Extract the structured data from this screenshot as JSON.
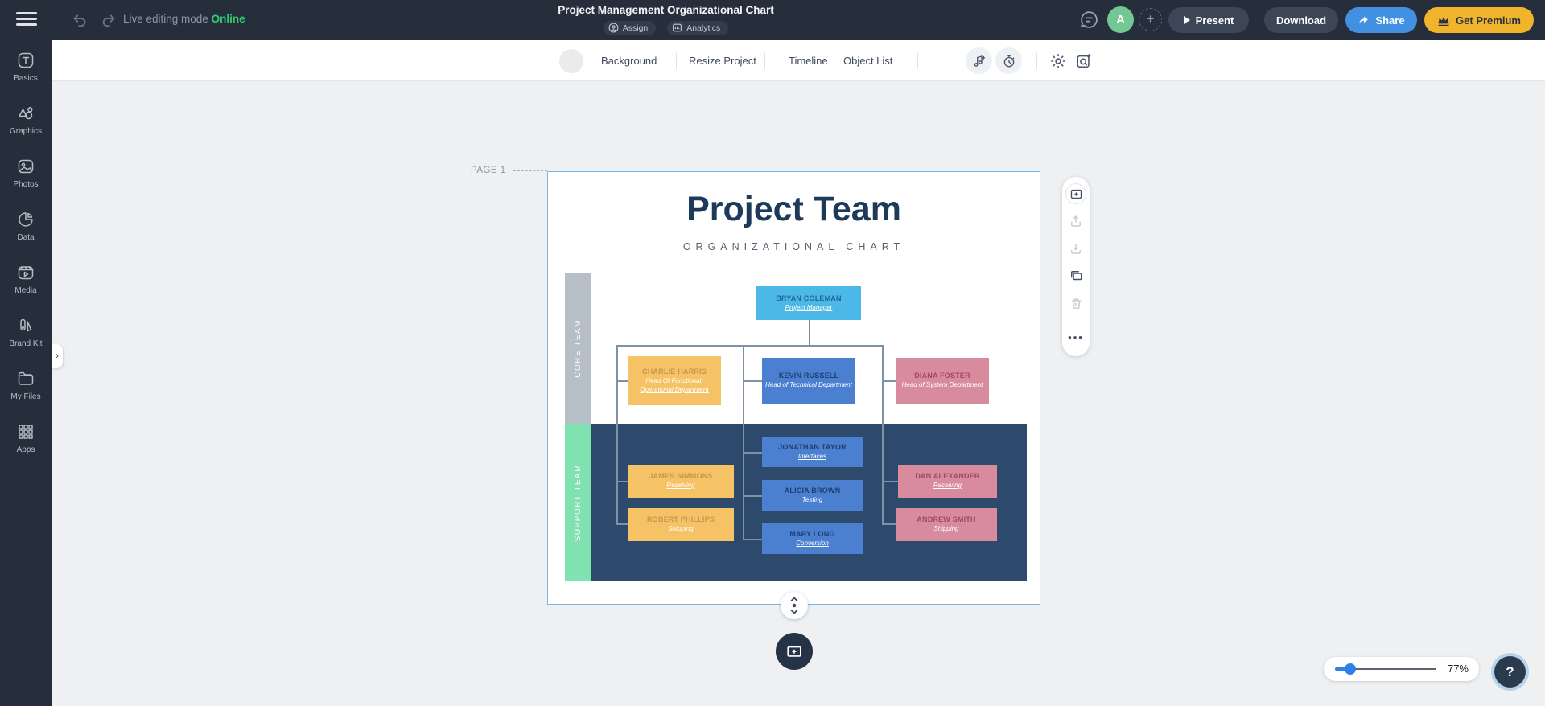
{
  "topbar": {
    "live_editing_label": "Live editing mode",
    "live_editing_status": "Online",
    "title": "Project Management Organizational Chart",
    "assign_label": "Assign",
    "analytics_label": "Analytics",
    "avatar_letter": "A",
    "present_label": "Present",
    "download_label": "Download",
    "share_label": "Share",
    "premium_label": "Get Premium"
  },
  "sidebar": {
    "items": [
      {
        "label": "Basics"
      },
      {
        "label": "Graphics"
      },
      {
        "label": "Photos"
      },
      {
        "label": "Data"
      },
      {
        "label": "Media"
      },
      {
        "label": "Brand Kit"
      },
      {
        "label": "My Files"
      },
      {
        "label": "Apps"
      }
    ]
  },
  "toolbar": {
    "background_label": "Background",
    "resize_label": "Resize Project",
    "timeline_label": "Timeline",
    "object_list_label": "Object List"
  },
  "canvas": {
    "page_label": "PAGE 1",
    "chart": {
      "title": "Project Team",
      "subtitle": "ORGANIZATIONAL CHART",
      "groups": [
        {
          "name": "CORE TEAM"
        },
        {
          "name": "SUPPORT TEAM"
        }
      ],
      "nodes": [
        {
          "name": "BRYAN COLEMAN",
          "role": "Project Manager"
        },
        {
          "name": "CHARLIE HARRIS",
          "role": "Head Of Functional, Operational Department"
        },
        {
          "name": "KEVIN RUSSELL",
          "role": "Head of Technical Department"
        },
        {
          "name": "DIANA FOSTER",
          "role": "Head of System Department"
        },
        {
          "name": "JONATHAN TAYOR",
          "role": "Interfaces"
        },
        {
          "name": "JAMES SIMMONS",
          "role": "Receiving"
        },
        {
          "name": "ALICIA BROWN",
          "role": "Testing"
        },
        {
          "name": "DAN ALEXANDER",
          "role": "Receiving"
        },
        {
          "name": "ROBERT PHILLIPS",
          "role": "Shipping"
        },
        {
          "name": "ANDREW SMITH",
          "role": "Shipping"
        },
        {
          "name": "MARY LONG",
          "role": "Conversion"
        }
      ]
    }
  },
  "footer": {
    "zoom_value": "77%",
    "help_label": "?"
  },
  "colors": {
    "topbar_bg": "#272e3b",
    "online_green": "#2fcc71",
    "avatar_green": "#72c792",
    "share_blue": "#4190e2",
    "premium_yellow": "#f0b42d",
    "selection_blue": "#7db6e4",
    "node_lightblue": "#4cb8e8",
    "node_blue": "#4b80d1",
    "node_yellow": "#f5c266",
    "node_pink": "#d88b9d",
    "support_navy": "#2d4a6c",
    "core_strip_gray": "#b5bfc5",
    "support_strip_mint": "#7fe2b0",
    "slider_blue": "#2f80ed"
  }
}
